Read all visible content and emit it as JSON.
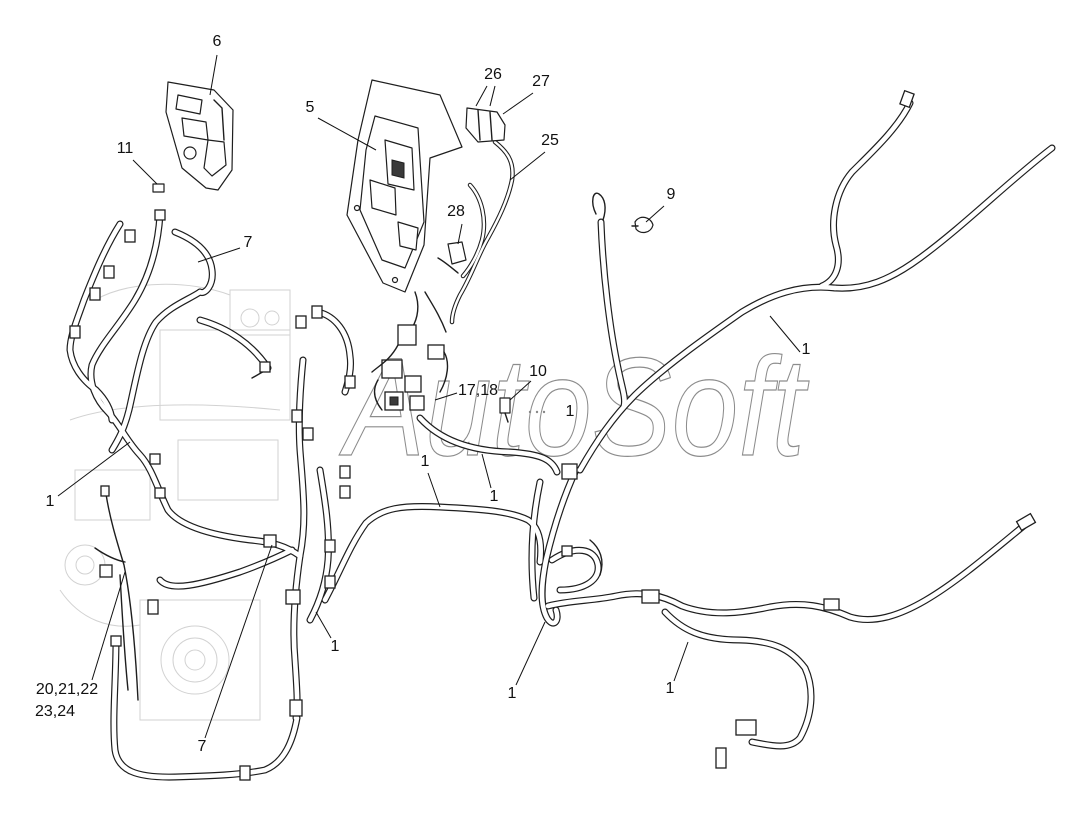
{
  "watermark": "AutoSoft",
  "callouts": [
    "6",
    "11",
    "5",
    "26",
    "27",
    "25",
    "28",
    "9",
    "7",
    "1",
    "10",
    "17,18",
    "1",
    "1",
    "1",
    "1",
    "1",
    "1",
    "1",
    "20,21,22",
    "23,24",
    "7"
  ]
}
